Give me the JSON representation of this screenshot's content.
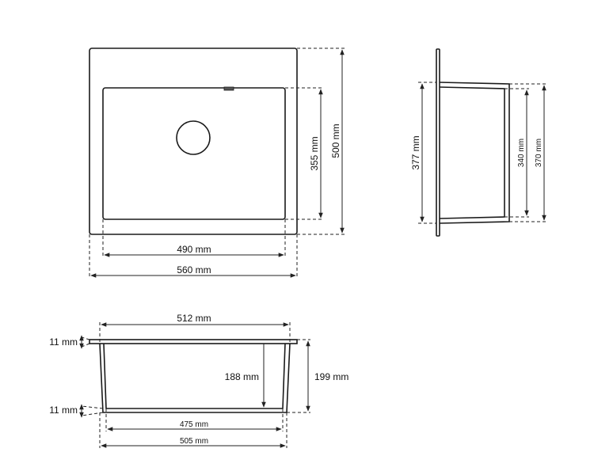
{
  "top_view": {
    "width_outer": "560 mm",
    "width_inner": "490 mm",
    "height_outer": "500 mm",
    "height_inner": "355 mm"
  },
  "side_view": {
    "height_total": "377 mm",
    "height_inner": "340 mm",
    "height_outer_bowl": "370 mm"
  },
  "front_view": {
    "top_width": "512 mm",
    "flange_thickness": "11 mm",
    "bottom_thickness": "11 mm",
    "inner_depth": "188 mm",
    "outer_depth": "199 mm",
    "bottom_inner_width": "475 mm",
    "bottom_outer_width": "505 mm"
  },
  "colors": {
    "line": "#1a1a1a",
    "background": "#ffffff"
  }
}
